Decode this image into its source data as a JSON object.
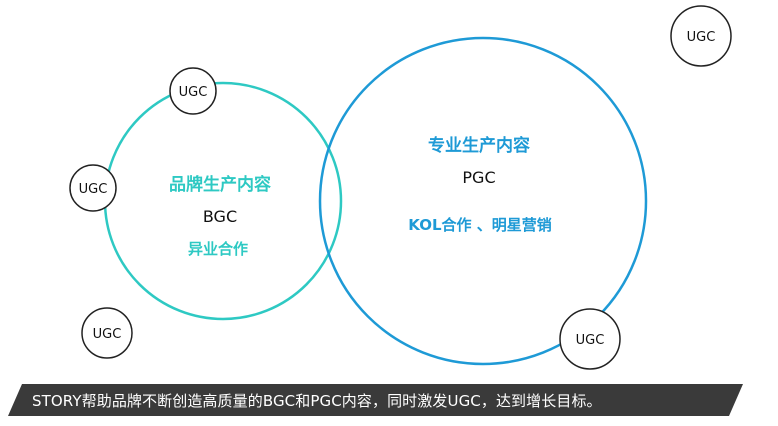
{
  "colors": {
    "bgc_circle": "#2ec9c3",
    "pgc_circle": "#1e9ad6",
    "ugc_stroke": "#222222",
    "banner_bg": "#3a3a3a",
    "text_dark": "#111111"
  },
  "bgc": {
    "title": "品牌生产内容",
    "code": "BGC",
    "subtitle": "异业合作"
  },
  "pgc": {
    "title": "专业生产内容",
    "code": "PGC",
    "subtitle": "KOL合作 、明星营销"
  },
  "ugc_bubbles": [
    {
      "label": "UGC"
    },
    {
      "label": "UGC"
    },
    {
      "label": "UGC"
    },
    {
      "label": "UGC"
    },
    {
      "label": "UGC"
    }
  ],
  "footer": {
    "text": "STORY帮助品牌不断创造高质量的BGC和PGC内容，同时激发UGC，达到增长目标。"
  }
}
